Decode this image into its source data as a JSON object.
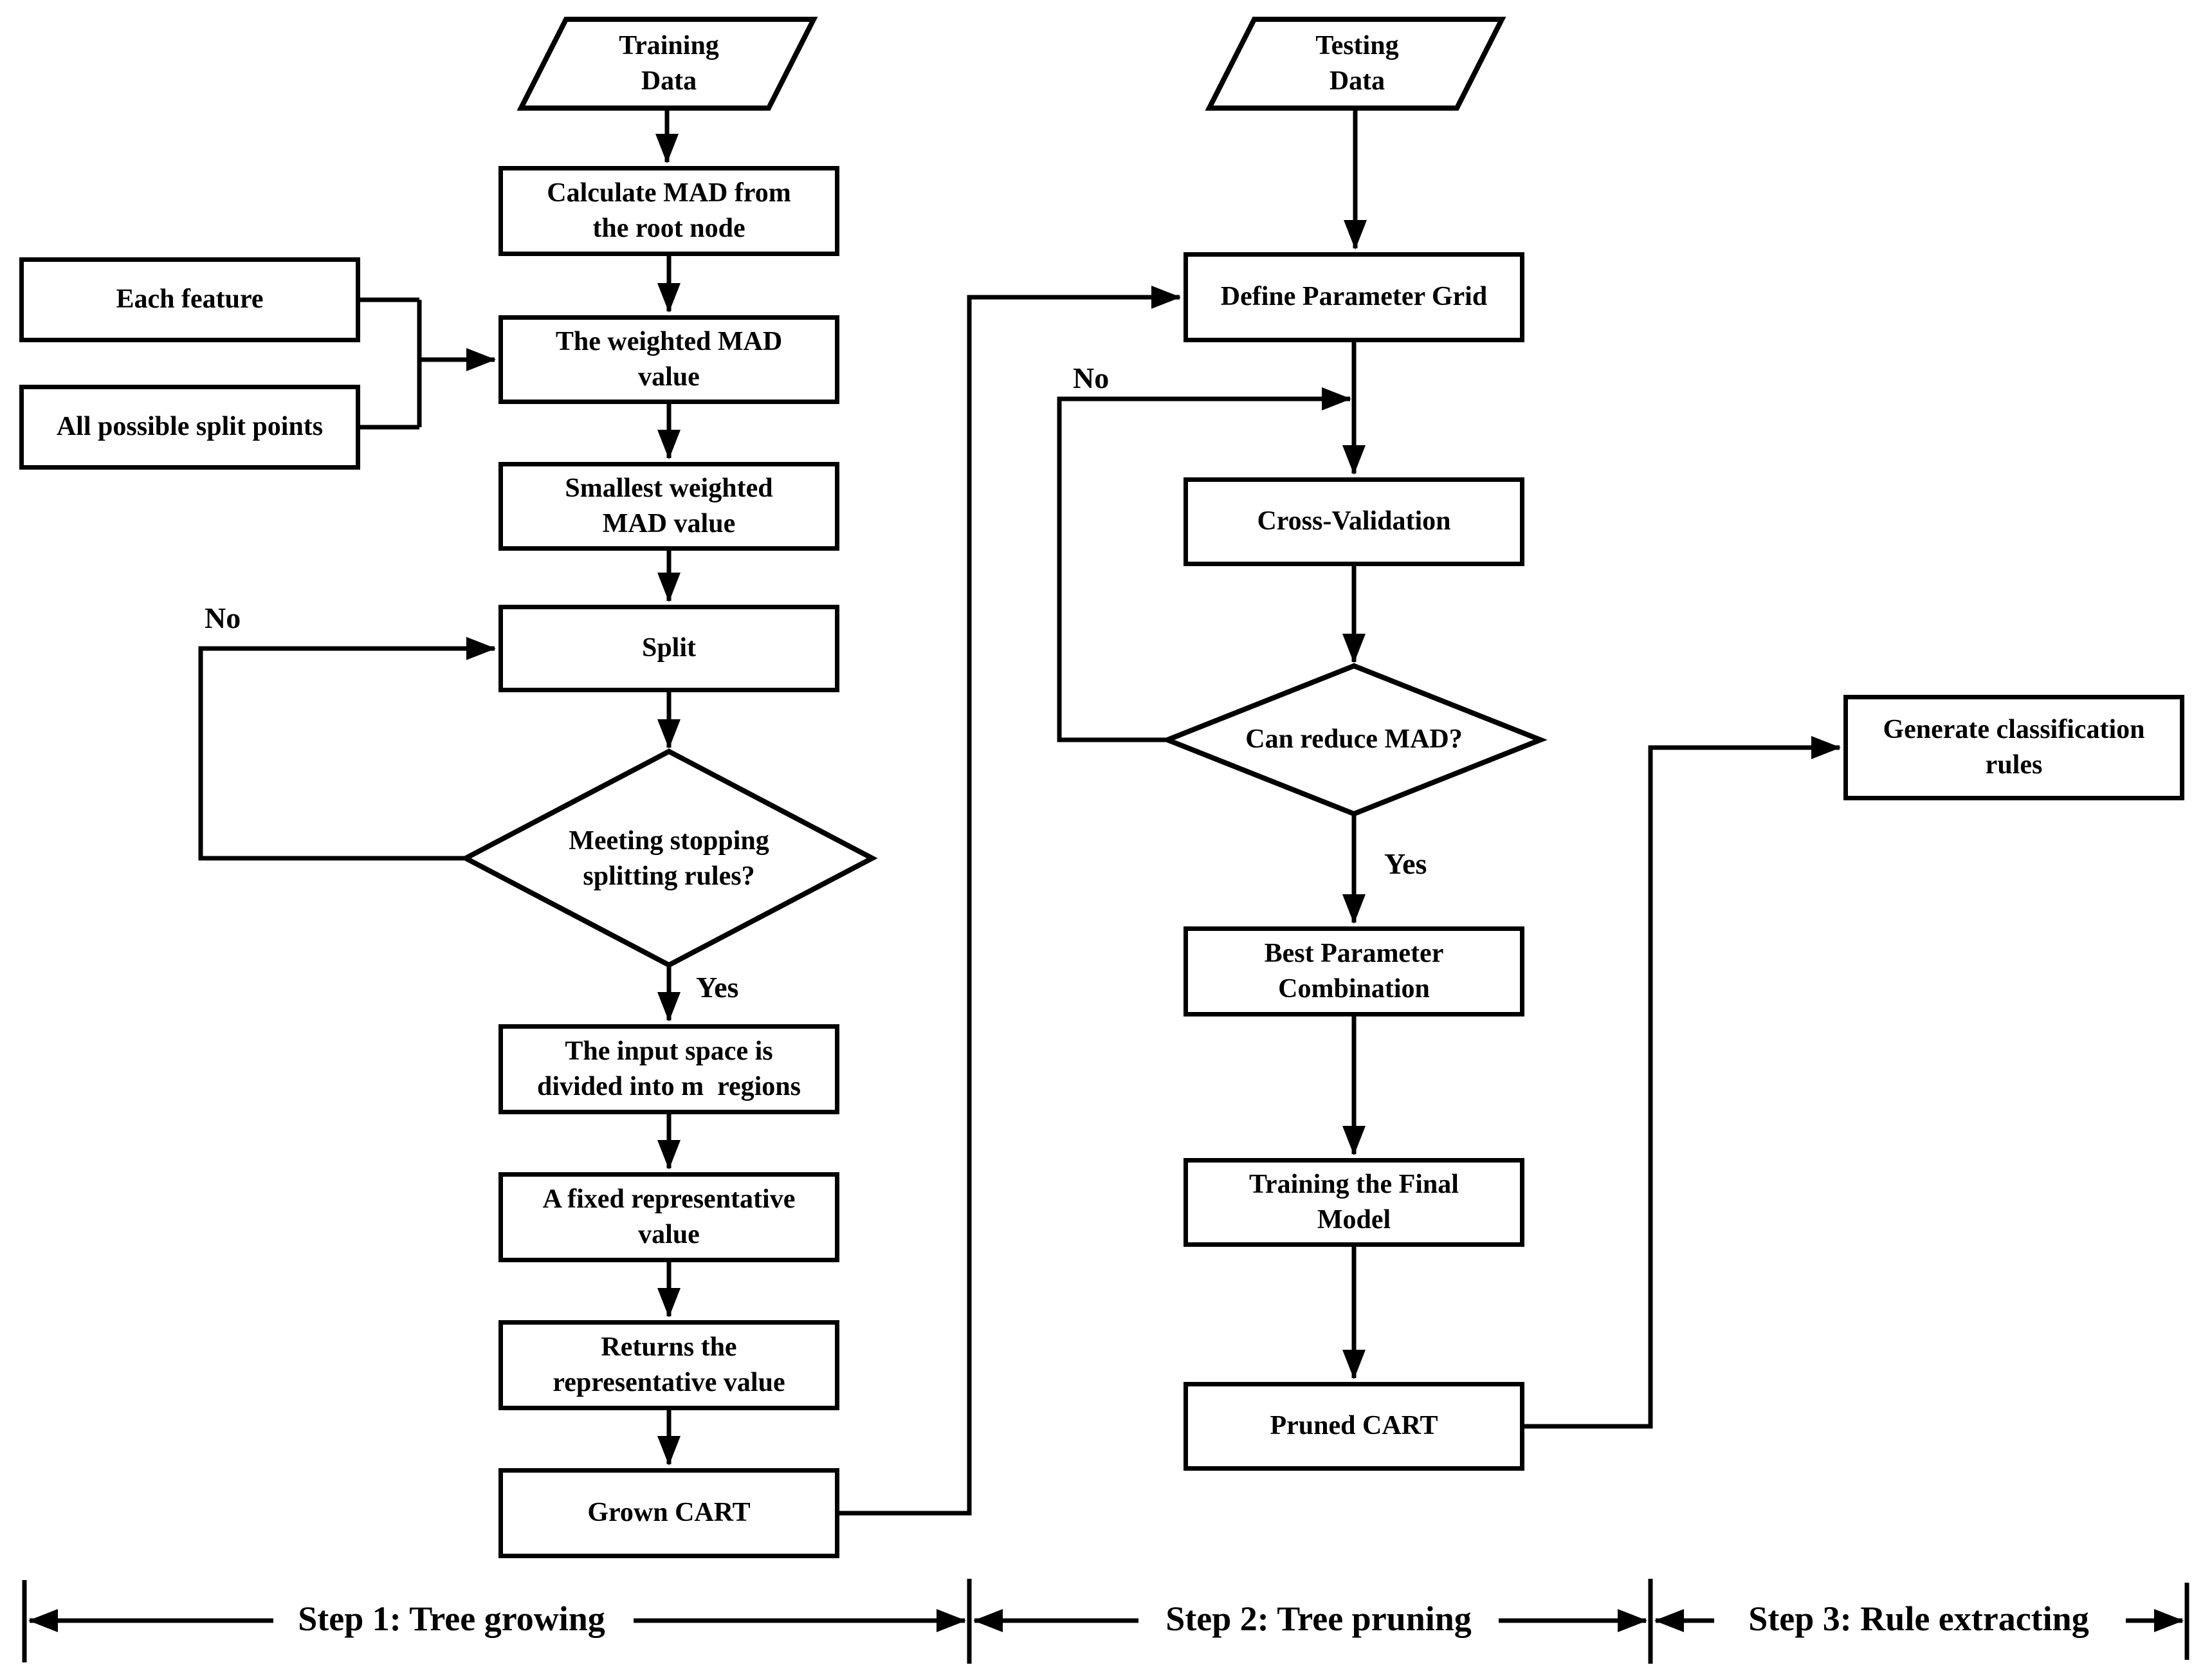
{
  "colors": {
    "ink": "#000000",
    "paper": "#ffffff"
  },
  "nodes": {
    "training_data": {
      "label": "Training\nData",
      "shape": "parallelogram"
    },
    "calc_mad": {
      "label": "Calculate MAD from\nthe root node",
      "shape": "rect"
    },
    "each_feature": {
      "label": "Each feature",
      "shape": "rect"
    },
    "all_split": {
      "label": "All possible split points",
      "shape": "rect"
    },
    "weighted_mad": {
      "label": "The weighted MAD\nvalue",
      "shape": "rect"
    },
    "smallest_mad": {
      "label": "Smallest weighted\nMAD value",
      "shape": "rect"
    },
    "split": {
      "label": "Split",
      "shape": "rect"
    },
    "stop_rules": {
      "label": "Meeting stopping\nsplitting rules?",
      "shape": "diamond"
    },
    "input_space": {
      "label": "The input space is\ndivided into m  regions",
      "shape": "rect"
    },
    "fixed_rep": {
      "label": "A fixed representative\nvalue",
      "shape": "rect"
    },
    "returns_rep": {
      "label": "Returns the\nrepresentative value",
      "shape": "rect"
    },
    "grown_cart": {
      "label": "Grown CART",
      "shape": "rect"
    },
    "testing_data": {
      "label": "Testing\nData",
      "shape": "parallelogram"
    },
    "define_grid": {
      "label": "Define Parameter Grid",
      "shape": "rect"
    },
    "cross_val": {
      "label": "Cross-Validation",
      "shape": "rect"
    },
    "reduce_mad": {
      "label": "Can reduce MAD?",
      "shape": "diamond"
    },
    "best_param": {
      "label": "Best Parameter\nCombination",
      "shape": "rect"
    },
    "training_final": {
      "label": "Training the Final\nModel",
      "shape": "rect"
    },
    "pruned_cart": {
      "label": "Pruned CART",
      "shape": "rect"
    },
    "generate_rules": {
      "label": "Generate classification\nrules",
      "shape": "rect"
    }
  },
  "edge_labels": {
    "grow_no": "No",
    "grow_yes": "Yes",
    "prune_no": "No",
    "prune_yes": "Yes"
  },
  "steps": [
    {
      "label": "Step 1: Tree growing"
    },
    {
      "label": "Step 2: Tree pruning"
    },
    {
      "label": "Step 3: Rule extracting"
    }
  ]
}
